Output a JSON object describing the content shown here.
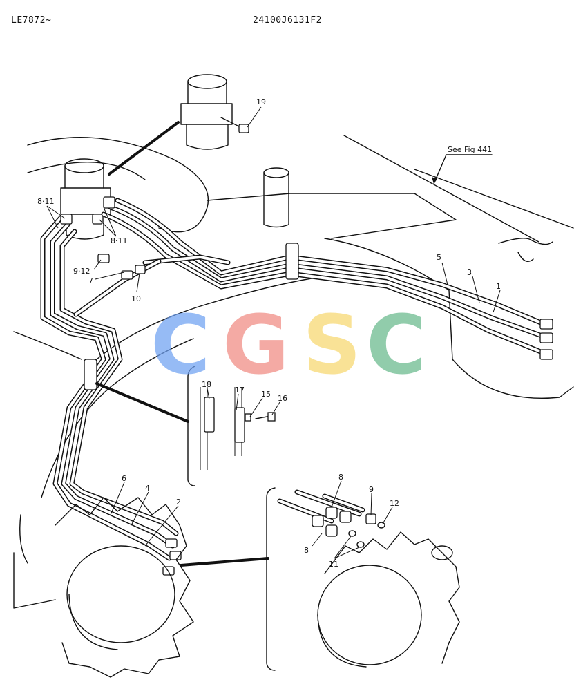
{
  "header": {
    "left_code": "LE7872~",
    "drawing_number": "24100J6131F2"
  },
  "reference_note": "See Fig 441",
  "watermark": {
    "letters": [
      {
        "char": "C",
        "color": "#6fa1f2"
      },
      {
        "char": "G",
        "color": "#f08a82"
      },
      {
        "char": "S",
        "color": "#f7d86f"
      },
      {
        "char": "C",
        "color": "#67b98c"
      }
    ]
  },
  "callouts": [
    "19",
    "8·11",
    "8·11",
    "9·12",
    "7",
    "10",
    "5",
    "3",
    "1",
    "18",
    "17",
    "15",
    "16",
    "6",
    "4",
    "2",
    "8",
    "9",
    "12",
    "8",
    "11"
  ]
}
